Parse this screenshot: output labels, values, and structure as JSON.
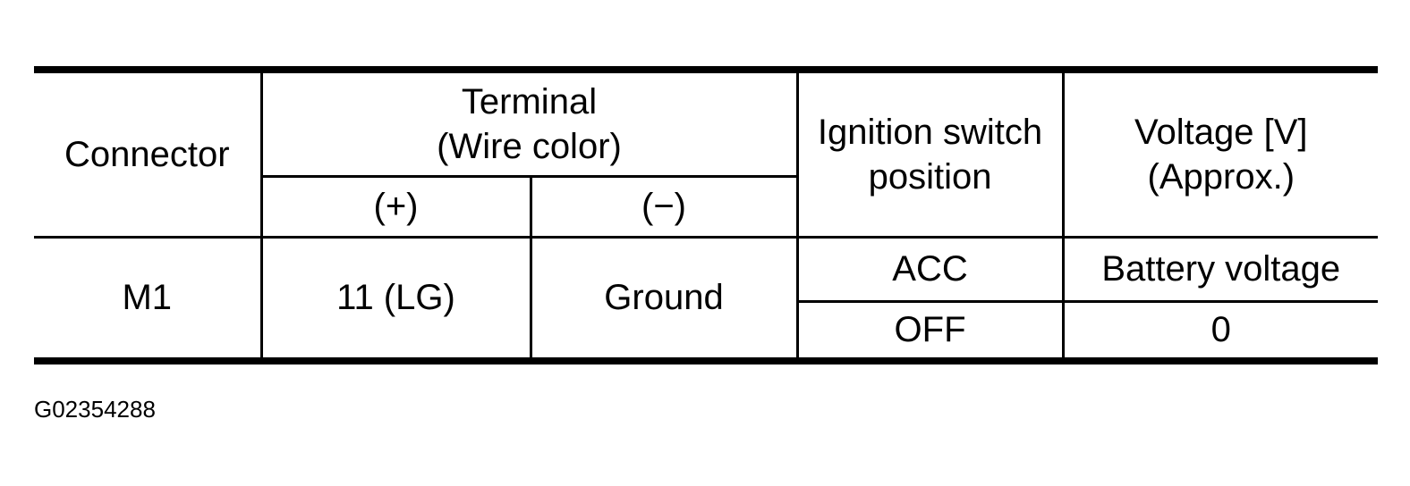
{
  "table": {
    "headers": {
      "connector": "Connector",
      "terminal_line1": "Terminal",
      "terminal_line2": "(Wire color)",
      "terminal_plus": "(+)",
      "terminal_minus": "(−)",
      "ignition_line1": "Ignition switch",
      "ignition_line2": "position",
      "voltage_line1": "Voltage [V]",
      "voltage_line2": "(Approx.)"
    },
    "rows": [
      {
        "connector": "M1",
        "terminal_plus": "11 (LG)",
        "terminal_minus": "Ground",
        "conditions": [
          {
            "ignition": "ACC",
            "voltage": "Battery voltage"
          },
          {
            "ignition": "OFF",
            "voltage": "0"
          }
        ]
      }
    ]
  },
  "figure_id": "G02354288",
  "colors": {
    "border": "#000000",
    "text": "#000000",
    "background": "#ffffff"
  }
}
